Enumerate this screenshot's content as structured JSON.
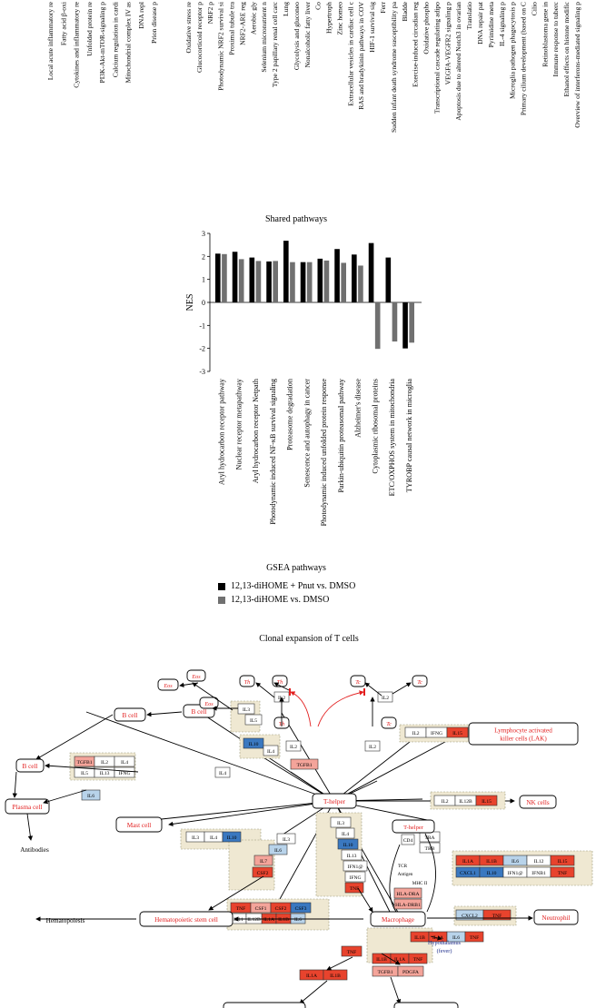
{
  "top_labels": {
    "left": [
      "Local acute inflammatory re",
      "Fatty acid β-oxi",
      "Cytokines and inflammatory re",
      "Unfolded protein re",
      "PI3K-Akt-mTOR-signaling p",
      "Calcium regulation in cardi",
      "Mitochondrial complex IV as",
      "DNA repl",
      "Prion disease p"
    ],
    "right": [
      "Oxidative stress re",
      "Glucocorticoid receptor p",
      "NRF2 p",
      "Photodynamic NRF2 survival si",
      "Proximal tubule tra",
      "NRF2-ARE reg",
      "Aerobic gly",
      "Selenium micronutrient n",
      "Type 2 papillary renal cell carc",
      "Lung",
      "Glycolysis and gluconeo",
      "Nonalcoholic fatty liver",
      "Co",
      "Hypertroph",
      "Zinc homeo",
      "Extracellular vesicles in cardiac cell c",
      "RAS and bradykinin pathways in COV",
      "HIF-1 survival sig",
      "Ferr",
      "Sudden infant death syndrome susceptibility pa",
      "Bladde",
      "Exercise-induced circadian reg",
      "Oxidative phospho",
      "Transcriptional cascade regulating adipo",
      "VEGFA-VEGFR2 signaling p",
      "Apoptosis due to altered Notch3 in ovarian",
      "Translatio",
      "DNA repair pat",
      "Pyrimidine meta",
      "IL-4 signaling p",
      "Microglia pathogen phagocytosis p",
      "Primary cilium development (based on C",
      "Cilio",
      "Retinoblastoma gene in",
      "Immune response to tuberc",
      "Ethanol effects on histone modific",
      "Overview of interferons-mediated signaling p"
    ]
  },
  "chart_data": {
    "type": "bar",
    "title": "Shared pathways",
    "xlabel": "GSEA pathways",
    "ylabel": "NES",
    "ylim": [
      -3,
      3
    ],
    "yticks": [
      3,
      2,
      1,
      0,
      -1,
      -2,
      -3
    ],
    "grid": false,
    "legend_position": "bottom",
    "categories": [
      "Aryl hydrocarbon receptor pathway",
      "Nuclear receptor metapathway",
      "Aryl hydrocarbon receptor Netpath",
      "Photodynamic induced NF-κB survival signaling",
      "Proteasome degradation",
      "Senescence and autophagy in cancer",
      "Photodynamic induced unfolded protein response",
      "Parkin-ubiquitin proteasomal pathway",
      "Alzheimer's disease",
      "Cytoplasmic ribosomal proteins",
      "ETC/OXPHOS system in mitochondria",
      "TYROBP causal network in microglia"
    ],
    "series": [
      {
        "name": "12,13-diHOME + Pnut vs. DMSO",
        "color": "#000000",
        "values": [
          2.12,
          2.2,
          1.95,
          1.78,
          2.68,
          1.75,
          1.9,
          2.32,
          2.08,
          2.58,
          1.95,
          -2.0
        ]
      },
      {
        "name": "12,13-diHOME vs. DMSO",
        "color": "#707070",
        "values": [
          2.1,
          1.88,
          1.8,
          1.8,
          1.75,
          1.75,
          1.82,
          1.72,
          1.6,
          -2.02,
          -1.7,
          -1.75
        ]
      }
    ]
  },
  "pathway": {
    "title": "Clonal expansion of T cells",
    "nodes": {
      "t_helper": "T-helper",
      "t_helper2": "T-helper",
      "b_cell": "B cell",
      "plasma_cell": "Plasma cell",
      "antibodies": "Antibodies",
      "mast_cell": "Mast cell",
      "hsc": "Hematopoietic stem cell",
      "hematopoiesis": "Hematopoiesis",
      "macrophage": "Macrophage",
      "neutrophil": "Neutrophil",
      "nk": "NK cells",
      "lak": "Lymphocyte activated\nkiller cells (LAK)",
      "eos": "Eos",
      "th": "Th",
      "tc": "Tc",
      "hypothalamus": "Hypothalamus\n(fever)",
      "tcr": "TCR",
      "antigen": "Antigen",
      "mhc": "MHC II"
    },
    "colors": {
      "red": "#e8432d",
      "salmon": "#f4a49a",
      "blue": "#3a78c0",
      "lightblue": "#b8d3ea",
      "box_bg": "#efe8d2",
      "label_red": "#e21e1e",
      "label_blue": "#1a2a8a"
    }
  }
}
